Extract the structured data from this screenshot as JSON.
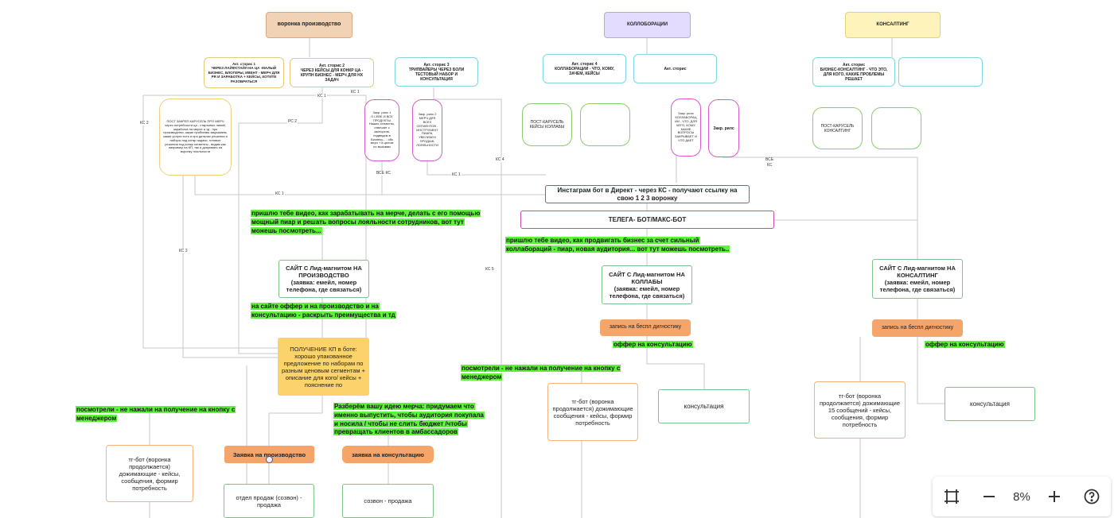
{
  "columns": {
    "production": "воронка производство",
    "collab": "КОЛЛОБОРАЦИИ",
    "consult": "КОНСАЛТИНГ"
  },
  "stories": {
    "s1": "Акт. сторис 1\nЧЕРЕЗ ЛАЙФСТАЙЛ НА ЦА -МАЛЫЙ БИЗНЕС, БЛОГЕРЫ, ИВЕНТ - МЕРЧ ДЛЯ PR И ЗАРАБОТКА + КЕЙСЫ, ХОТИТЕ РАЗОБРАТЬСЯ",
    "s2": "Акт. сторис 2\nЧЕРЕЗ КЕЙСЫ ДЛЯ КОНКР ЦА - КРУПН БИЗНЕС - МЕРЧ ДЛЯ НХ ЗАДАЧ",
    "s3": "Акт. сторис 3\nТРИПВАЙЕРЫ ЧЕРЕЗ БОЛИ ТЕСТОВЫЙ НАБОР И КОНСУЛЬТАЦИЯ",
    "s4": "Акт. сторис 4\nКОЛЛАБОРАЦИИ - ЧТО, КОМУ, ЗАЧЕМ, КЕЙСЫ",
    "s5": "Акт. сторис",
    "s6": "Акт. сторис\nБИЗНЕС-КОНСАЛТИНГ - ЧТО ЭТО, ДЛЯ КОГО, КАКИЕ ПРОБЛЕМЫ РЕШАЕТ",
    "s7": ""
  },
  "posts": {
    "p1": "ПОСТ ЗАКРЕП КАРУСЕЛЬ ПРО МЕРЧ через потребности ца - стартовых линий, заработка на мерче и тд - про производство, какие проблемы закрываем, какие услуги есть и про деталях решения и наборы под конкр задачи, готовые решения под конкр сегменты - видим как например на КП, так и допривать на воронку лояльности",
    "r1": "Закр. рилс 1\nО LEBE И ВСЕ ПРОДУКТЫ Наших сегменты, отвечает с заспортов, подведем в Бизнесу... - обк мерч + в целом по вызовам",
    "r2": "Закр. рилс 2\nМЕРЧ ДЛЯ ВСЕХ СЕГМЕНТОВ - ИНСТРУМЕНТ ПИАРА, УВЕЛИЧЕН ПРОДАЖ, ЛОЯЛЬНОСТИ",
    "p2": "ПОСТ-КАРУСЕЛЬ КЕЙСЫ КОЛЛАБЫ",
    "p3": "",
    "r3": "Закр. рилс\nКОЛЛАБОРАЦ ИИ - ЧТО, ДЛЯ ЧЕГО, КОМУ, КАКИЕ ВОПРОСЫ ЗАКРЫВАЕТ И ЧТО ДАЕТ",
    "r4": "Закр. рилс",
    "p4": "ПОСТ-КАРУСЕЛЬ КОНСАЛТИНГ",
    "p5": ""
  },
  "bots": {
    "instagram": "Инстаграм бот в Директ - через КС - получают ссылку на свою 1 2 3 воронку",
    "telegram": "ТЕЛЕГА- БОТ/МАКС-БОТ"
  },
  "messages": {
    "m1": "пришлю тебе видео, как зарабатывать на мерче, делать с его помощью мощный пиар и решать вопросы лояльности сотрудников, вот тут можешь посмотреть...",
    "m2": "пришлю тебе видео, как продвигать бизнес за счет сильный коллабораций - пиар, новая аудитория... вот тут можешь посмотреть..",
    "m3": "на сайте оффер и на производство и на консультацию - раскрыть преимущества и тд",
    "m4": "оффер на консультацию",
    "m5": "оффер на консультацию",
    "m6": "посмотрели - не нажали на получение на кнопку с менеджером",
    "m7": "посмотрели - не нажали на получение на кнопку с менеджером",
    "m8": "Разберём вашу идею мерча: придумаем что именно выпустить, чтобы аудитория покупала и носила / чтобы не слить бюджет /чтобы превращать клиентов в амбассадоров"
  },
  "sites": {
    "prod": "САЙТ С Лид-магнитом НА ПРОИЗВОДСТВО\n(заявка: емейл, номер телефона, где связаться)",
    "collab": "САЙТ С Лид-магнитом НА КОЛЛАБЫ\n(заявка: емейл, номер телефона, где связаться)",
    "consult": "САЙТ С Лид-магнитом НА КОНСАЛТИНГ\n(заявка: емейл, номер телефона, где связаться)"
  },
  "steps": {
    "kp": "ПОЛУЧЕНИЕ КП в боте: хорошо упакованное предложение по наборам по разным ценовым сегментам + описание для кого/ кейсы + пояснение по",
    "diag1": "запись на беспл дигностику",
    "diag2": "запись на беспл дигностику",
    "req_prod": "Заявка на производство",
    "req_consult": "заявка на консультацию",
    "sales_dept": "отдел продаж (созвон) - продажа",
    "call_sale": "созвон - продажа",
    "tg1": "тг-бот (воронка продолжается) дожимающие - кейсы, сообщения, формир потребность",
    "tg2": "тг-бот (воронка продолжается) дожимающие сообщения - кейсы, формир потребность",
    "tg3": "тг-бот (воронка продолжается) дожимающие 15 сообщений - кейсы, сообщения, формир потребность",
    "consult1": "консультация",
    "consult2": "консультация"
  },
  "tags": [
    "КС 1",
    "КС 1",
    "КС 2",
    "РС 2",
    "КС 2",
    "ВСЕ КС",
    "КС 1",
    "КС 1",
    "КС 4",
    "КС 5",
    "ВСЕ",
    "КС"
  ],
  "zoom": {
    "level": "8%"
  },
  "icons": [
    "fit-frame-icon",
    "minus-icon",
    "plus-icon",
    "help-icon"
  ],
  "colors": {
    "production_header": "#f2d2b4",
    "collab_header": "#e3dcff",
    "consult_header": "#fdf3bb",
    "highlight": "#5ff23a",
    "kp_box": "#fcd36b",
    "orange_box": "#f5a46a"
  }
}
